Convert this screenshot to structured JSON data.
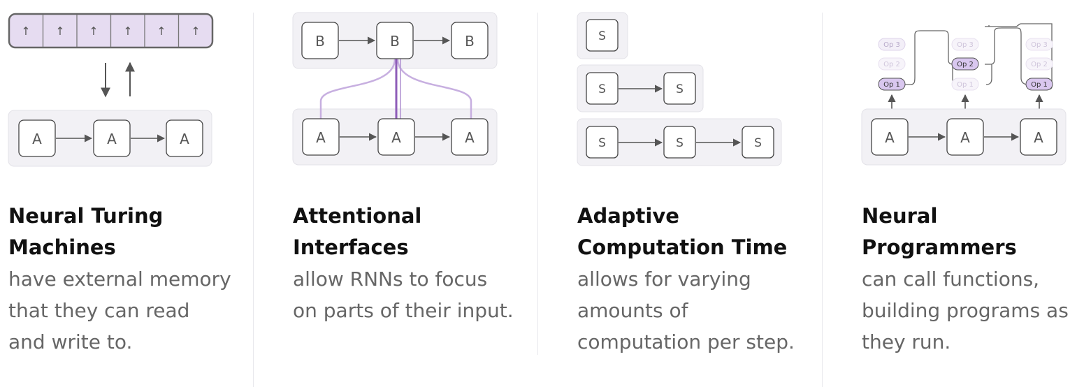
{
  "panels": [
    {
      "id": "ntm",
      "title": "Neural Turing Machines",
      "description": "have external memory that they can read and write to.",
      "memory_arrow_glyph": "↑",
      "memory_cells": 6,
      "node_label": "A",
      "colors": {
        "accent": "#e6dcf1",
        "accent_stroke": "#666666",
        "panel": "#f2f1f5"
      }
    },
    {
      "id": "attention",
      "title": "Attentional Interfaces",
      "description": "allow RNNs to focus on parts of their input.",
      "top_node_label": "B",
      "bottom_node_label": "A",
      "colors": {
        "attention_strong": "#8e5cb8",
        "attention_light": "#c7afe0"
      }
    },
    {
      "id": "act",
      "title": "Adaptive Computation Time",
      "description": "allows for varying amounts of computation per step.",
      "node_label": "S"
    },
    {
      "id": "programmer",
      "title": "Neural Programmers",
      "description": "can call functions, building programs as they run.",
      "node_label": "A",
      "ops": [
        "Op 3",
        "Op 2",
        "Op 1"
      ],
      "colors": {
        "op_selected": "#d9c7ef",
        "op_faded": "#f3eff8"
      }
    }
  ]
}
